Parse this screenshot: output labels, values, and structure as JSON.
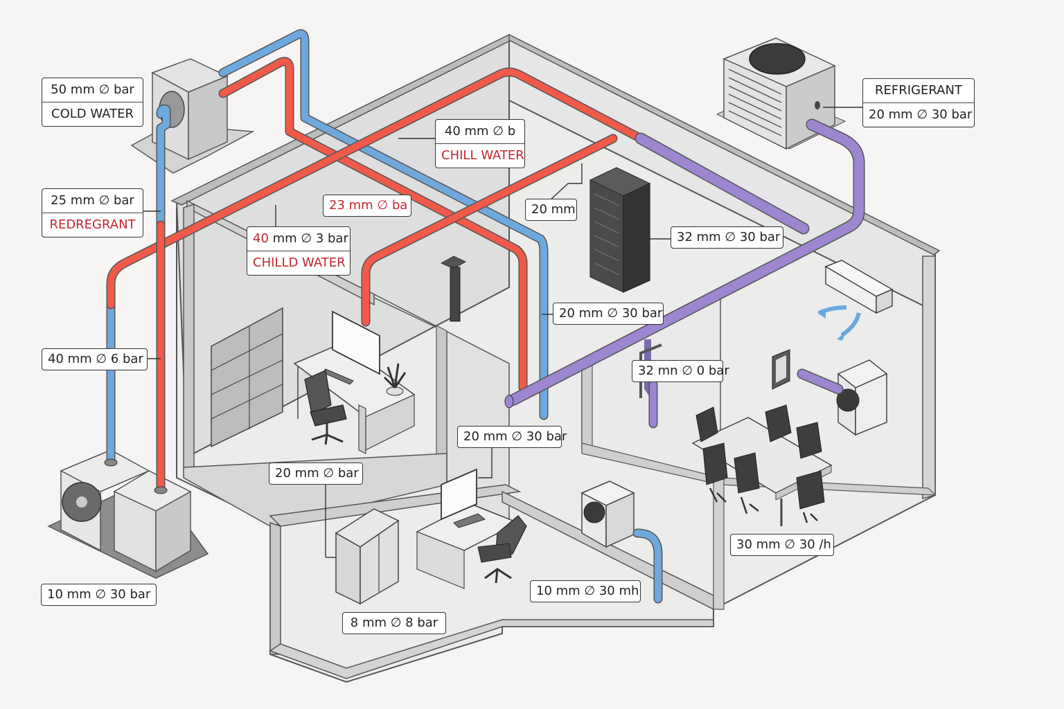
{
  "colors": {
    "hot_pipe": "#f05a4a",
    "cold_pipe": "#6fa8dc",
    "refrigerant_pipe": "#9b86cf",
    "wall": "#e2e2e2",
    "wall_top": "#c9c9c9",
    "floor": "#eeeeee",
    "label_red": "#c0262d"
  },
  "labels": {
    "top_left_unit": {
      "line1": "50 mm ∅ bar",
      "line2": "COLD WATER"
    },
    "left_mid": {
      "line1": "25 mm ∅ bar",
      "line2": "REDREGRANT"
    },
    "left_lower": "40 mm ∅ 6 bar",
    "bottom_left": "10 mm ∅ 30 bar",
    "center_top": {
      "line1": "40 mm ∅ b",
      "line2": "CHILL WATER"
    },
    "center_red": "23 mm ∅ ba",
    "center_chill": {
      "line1_value": "40",
      "line1_rest": " mm ∅ 3 bar",
      "line2": "CHILLD WATER"
    },
    "rack_top": "20 mm",
    "top_right": {
      "line1": "REFRIGERANT",
      "line2": "20 mm ∅ 30 bar"
    },
    "rack_right": "32 mm ∅ 30 bar",
    "mid_right": "20 mm ∅ 30 bar",
    "door": "32 mn ∅ 0 bar",
    "center_pipe_end": "20 mm ∅ 30 bar",
    "office_floor": "20 mm ∅ bar",
    "bottom_center": "10 mm ∅ 30 mh",
    "bottom_room": "8 mm ∅ 8 bar",
    "conference": "30 mm ∅ 30 /h"
  }
}
